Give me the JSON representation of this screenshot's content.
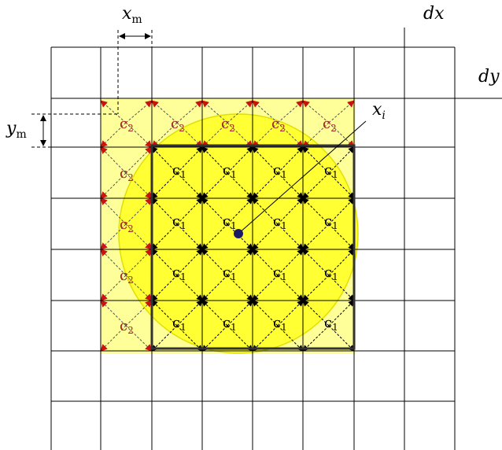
{
  "labels": {
    "xm": "x",
    "xm_sub": "m",
    "ym": "y",
    "ym_sub": "m",
    "dx": "dx",
    "dy": "dy",
    "xi": "x",
    "xi_sub": "i"
  },
  "cell_labels": {
    "c1": "c",
    "c1_sub": "1",
    "c2": "c",
    "c2_sub": "2"
  },
  "colors": {
    "grid": "#000000",
    "shading_region": "#ffff99",
    "circle_fill": "#ffff22",
    "circle_stroke": "#e0e000",
    "inner_square": "#333333",
    "arrow_inner": "#000000",
    "arrow_boundary": "#cc1111",
    "center_point": "#1a1a66",
    "c2_label": "#aa2222"
  }
}
